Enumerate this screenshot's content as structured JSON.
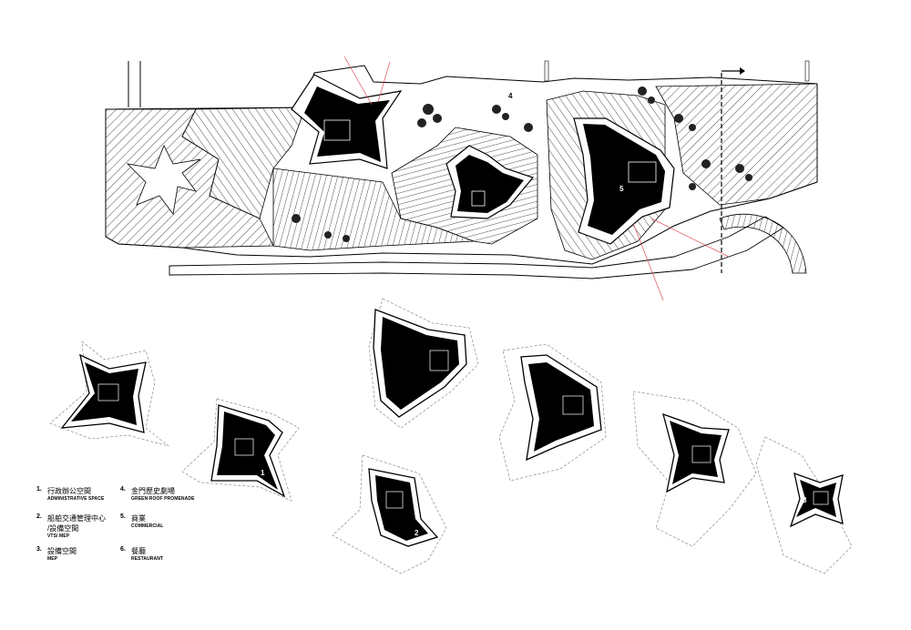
{
  "legend": [
    {
      "num": "1.",
      "title": "行政辦公空間",
      "subtitle": "ADMINISTRATIVE SPACE",
      "area": "",
      "sub2": ""
    },
    {
      "num": "2.",
      "title": "船舶交通管理中心/設備空間",
      "title2": "/設備空間",
      "subtitle": "VTS/ MEP",
      "area": ""
    },
    {
      "num": "3.",
      "title": "設備空間",
      "subtitle": "MEP",
      "area": ""
    },
    {
      "num": "4.",
      "title": "金門歷史劇場",
      "subtitle": "GREEN ROOF PROMENADE",
      "area": ""
    },
    {
      "num": "5.",
      "title": "商業",
      "subtitle": "COMMERCIAL",
      "area": ""
    },
    {
      "num": "6.",
      "title": "餐廳",
      "subtitle": "RESTAURANT",
      "area": ""
    }
  ],
  "plan_labels": {
    "unit1": "1",
    "unit2": "2",
    "unit3": "3",
    "unit4": "4",
    "unit5": "5"
  },
  "colors": {
    "ink": "#000000",
    "paper": "#ffffff",
    "section_line": "#e0505a",
    "tree": "#111111"
  }
}
